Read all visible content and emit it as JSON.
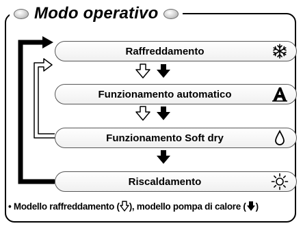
{
  "title": "Modo operativo",
  "modes": [
    {
      "label": "Raffreddamento",
      "icon": "snowflake-icon"
    },
    {
      "label": "Funzionamento automatico",
      "icon": "auto-a-icon"
    },
    {
      "label": "Funzionamento Soft dry",
      "icon": "droplet-icon"
    },
    {
      "label": "Riscaldamento",
      "icon": "sun-icon"
    }
  ],
  "legend": {
    "bullet": "•",
    "text_1": "Modello raffreddamento (",
    "text_2": "), modello pompa di calore (",
    "text_3": ")"
  }
}
